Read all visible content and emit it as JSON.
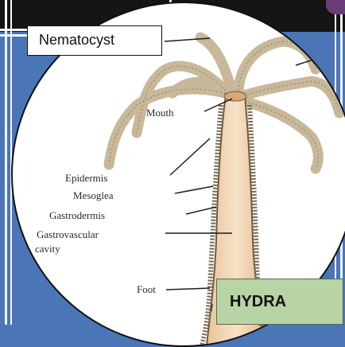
{
  "diagram": {
    "callout_label": "Nematocyst",
    "labels": {
      "mouth": "Mouth",
      "epidermis": "Epidermis",
      "mesoglea": "Mesoglea",
      "gastrodermis": "Gastrodermis",
      "gastrovascular_line1": "Gastrovascular",
      "gastrovascular_line2": "cavity",
      "foot": "Foot",
      "fragment": "I"
    },
    "badge_title": "HYDRA"
  }
}
